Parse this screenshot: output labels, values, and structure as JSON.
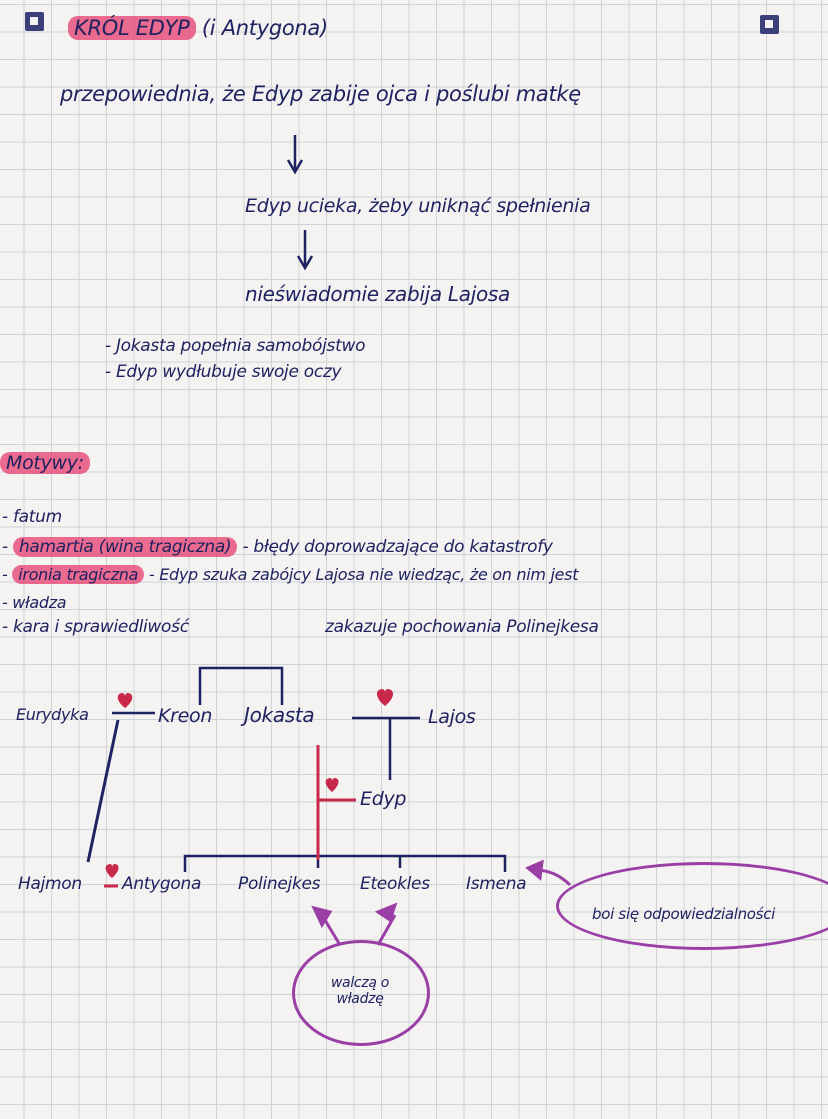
{
  "title": {
    "main": "KRÓL EDYP",
    "sub": "(i Antygona)"
  },
  "plot": [
    "przepowiednia, że Edyp zabije ojca i poślubi matkę",
    "Edyp ucieka, żeby uniknąć spełnienia",
    "nieświadomie zabija Lajosa"
  ],
  "consequences": [
    "- Jokasta popełnia samobójstwo",
    "- Edyp wydłubuje swoje oczy"
  ],
  "motifs": {
    "heading": "Motywy:",
    "items": [
      {
        "label": "fatum",
        "note": ""
      },
      {
        "label": "hamartia (wina tragiczna)",
        "note": "- błędy doprowadzające do katastrofy"
      },
      {
        "label": "ironia tragiczna",
        "note": "- Edyp szuka zabójcy Lajosa nie wiedząc, że on nim jest"
      },
      {
        "label": "władza",
        "note": ""
      },
      {
        "label": "kara i sprawiedliwość",
        "note": "zakazuje pochowania Polinejkesa"
      }
    ]
  },
  "family_tree": {
    "top": [
      "Eurydyka",
      "Kreon",
      "Jokasta",
      "Lajos"
    ],
    "middle": "Edyp",
    "children": [
      "Hajmon",
      "Antygona",
      "Polinejkes",
      "Eteokles",
      "Ismena"
    ],
    "note_ismena": "boi się odpowiedzialności",
    "note_brothers": "walczą o władzę"
  },
  "colors": {
    "ink": "#1f2260",
    "highlight": "#e83c6e",
    "bubble": "#9a3fa6",
    "heart": "#c8284a"
  }
}
